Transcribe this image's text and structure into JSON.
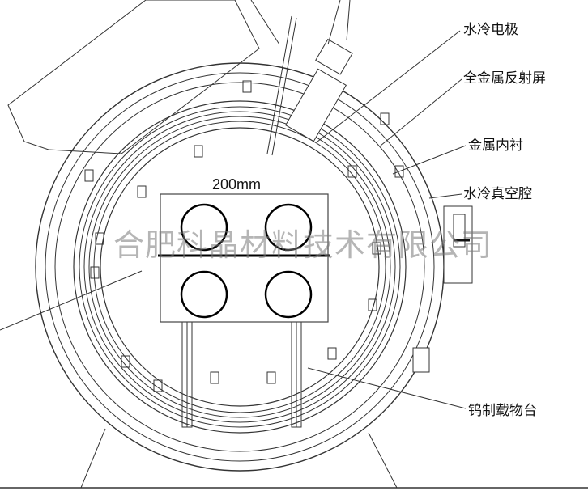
{
  "diagram": {
    "dimension_label": "200mm",
    "labels": {
      "electrode": "水冷电极",
      "reflector": "全金属反射屏",
      "liner": "金属内衬",
      "chamber": "水冷真空腔",
      "stage": "钨制载物台"
    },
    "watermark": "合肥科晶材料技术有限公司"
  }
}
